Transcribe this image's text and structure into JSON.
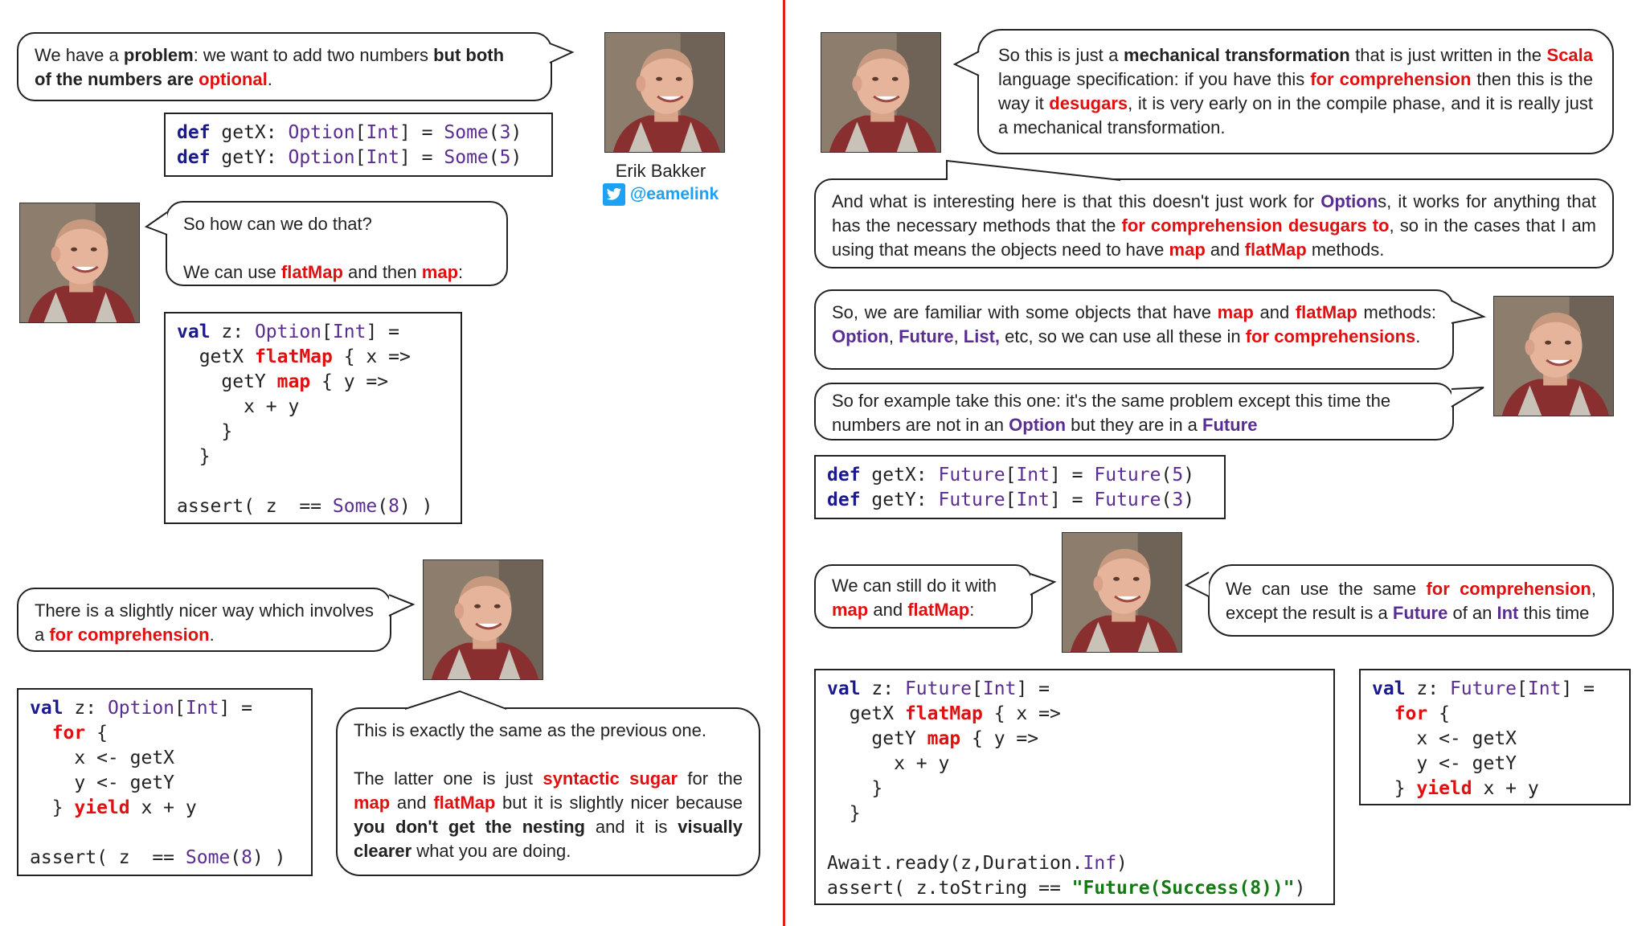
{
  "author": {
    "name": "Erik Bakker",
    "handle": "@eamelink"
  },
  "colors": {
    "accent_red": "#e01010",
    "type_purple": "#5a2d91",
    "keyword_navy": "#1a1a8c",
    "divider": "#e02020"
  },
  "left": {
    "bubble1": {
      "t1": "We have a ",
      "t2": "problem",
      "t3": ": we want to add two numbers ",
      "t4": "but both",
      "t5": "of the numbers are ",
      "t6": "optional",
      "t7": "."
    },
    "code1": {
      "l1_def": "def",
      "l1_name": " getX: ",
      "l1_type": "Option",
      "l1_b1": "[",
      "l1_int": "Int",
      "l1_b2": "] = ",
      "l1_some": "Some",
      "l1_p1": "(",
      "l1_num": "3",
      "l1_p2": ")",
      "l2_def": "def",
      "l2_name": " getY: ",
      "l2_type": "Option",
      "l2_b1": "[",
      "l2_int": "Int",
      "l2_b2": "] = ",
      "l2_some": "Some",
      "l2_p1": "(",
      "l2_num": "5",
      "l2_p2": ")"
    },
    "bubble2": {
      "line1": "So how can we do that?",
      "t1": "We can use ",
      "t2": "flatMap",
      "t3": " and then ",
      "t4": "map",
      "t5": ":"
    },
    "code2": {
      "l1a": "val",
      "l1b": " z: ",
      "l1c": "Option",
      "l1d": "[",
      "l1e": "Int",
      "l1f": "] =",
      "l2a": "  getX ",
      "l2b": "flatMap",
      "l2c": " { x =>",
      "l3a": "    getY ",
      "l3b": "map",
      "l3c": " { y =>",
      "l4": "      x + y",
      "l5": "    }",
      "l6": "  }",
      "l7": " ",
      "l8a": "assert( z  == ",
      "l8b": "Some",
      "l8c": "(",
      "l8d": "8",
      "l8e": ") )"
    },
    "bubble3": {
      "t1": "There is a slightly nicer way which involves a ",
      "t2": "for comprehension",
      "t3": "."
    },
    "code3": {
      "l1a": "val",
      "l1b": " z: ",
      "l1c": "Option",
      "l1d": "[",
      "l1e": "Int",
      "l1f": "] =",
      "l2a": "  ",
      "l2b": "for",
      "l2c": " {",
      "l3": "    x <- getX",
      "l4": "    y <- getY",
      "l5a": "  } ",
      "l5b": "yield",
      "l5c": " x + y",
      "l6": " ",
      "l7a": "assert( z  == ",
      "l7b": "Some",
      "l7c": "(",
      "l7d": "8",
      "l7e": ") )"
    },
    "bubble4": {
      "line1": "This is exactly the same as the previous one.",
      "t1": "The latter one is just ",
      "t2": "syntactic sugar",
      "t3": " for the ",
      "t4": "map",
      "t5": " and ",
      "t6": "flatMap",
      "t7": " but it is slightly nicer because ",
      "t8": "you don't get the nesting",
      "t9": " and it is ",
      "t10": "visually clearer",
      "t11": " what you are doing."
    }
  },
  "right": {
    "bubble1": {
      "t1": "So this is just a ",
      "t2": "mechanical transformation",
      "t3": " that is just written in the ",
      "t4": "Scala",
      "t5": " language specification: if you have this ",
      "t6": "for comprehension",
      "t7": " then this is the way it ",
      "t8": "desugars",
      "t9": ", it is very early on in the compile phase, and it is really just a mechanical transformation."
    },
    "bubble2": {
      "t1": "And what is interesting here is that this doesn't just work for ",
      "t2": "Option",
      "t3": "s, it works for anything that has the necessary methods that the ",
      "t4": "for comprehension desugars to",
      "t5": ", so in the cases that I am using that means the objects need to have ",
      "t6": "map",
      "t7": " and ",
      "t8": "flatMap",
      "t9": " methods."
    },
    "bubble3": {
      "t1": "So, we are familiar with some objects that have ",
      "t2": "map",
      "t3": " and ",
      "t4": "flatMap",
      "t5": " methods: ",
      "t6": "Option",
      "t7": ", ",
      "t8": "Future",
      "t9": ", ",
      "t10": "List,",
      "t11": " etc, so we can use all these in ",
      "t12": "for comprehensions",
      "t13": "."
    },
    "bubble4": {
      "t1": "So for example take this one: it's the same problem except this time the numbers are not in an ",
      "t2": "Option",
      "t3": " but they are in a ",
      "t4": "Future"
    },
    "code1": {
      "l1_def": "def",
      "l1_name": " getX: ",
      "l1_type": "Future",
      "l1_b1": "[",
      "l1_int": "Int",
      "l1_b2": "] = ",
      "l1_fut": "Future",
      "l1_p1": "(",
      "l1_num": "5",
      "l1_p2": ")",
      "l2_def": "def",
      "l2_name": " getY: ",
      "l2_type": "Future",
      "l2_b1": "[",
      "l2_int": "Int",
      "l2_b2": "] = ",
      "l2_fut": "Future",
      "l2_p1": "(",
      "l2_num": "3",
      "l2_p2": ")"
    },
    "bubble5": {
      "t1": "We can still do it with ",
      "t2": "map",
      "t3": " and ",
      "t4": "flatMap",
      "t5": ":"
    },
    "bubble6": {
      "t1": "We can use the same ",
      "t2": "for comprehension",
      "t3": ", except the result is a ",
      "t4": "Future",
      "t5": " of an ",
      "t6": "Int",
      "t7": " this time"
    },
    "code2": {
      "l1a": "val",
      "l1b": " z: ",
      "l1c": "Future",
      "l1d": "[",
      "l1e": "Int",
      "l1f": "] =",
      "l2a": "  getX ",
      "l2b": "flatMap",
      "l2c": " { x =>",
      "l3a": "    getY ",
      "l3b": "map",
      "l3c": " { y =>",
      "l4": "      x + y",
      "l5": "    }",
      "l6": "  }",
      "l7": " ",
      "l8a": "Await.ready(z,Duration.",
      "l8b": "Inf",
      "l8c": ")",
      "l9a": "assert( z.toString == ",
      "l9b": "\"Future(Success(8))\"",
      "l9c": ")"
    },
    "code3": {
      "l1a": "val",
      "l1b": " z: ",
      "l1c": "Future",
      "l1d": "[",
      "l1e": "Int",
      "l1f": "] =",
      "l2a": "  ",
      "l2b": "for",
      "l2c": " {",
      "l3": "    x <- getX",
      "l4": "    y <- getY",
      "l5a": "  } ",
      "l5b": "yield",
      "l5c": " x + y"
    }
  }
}
